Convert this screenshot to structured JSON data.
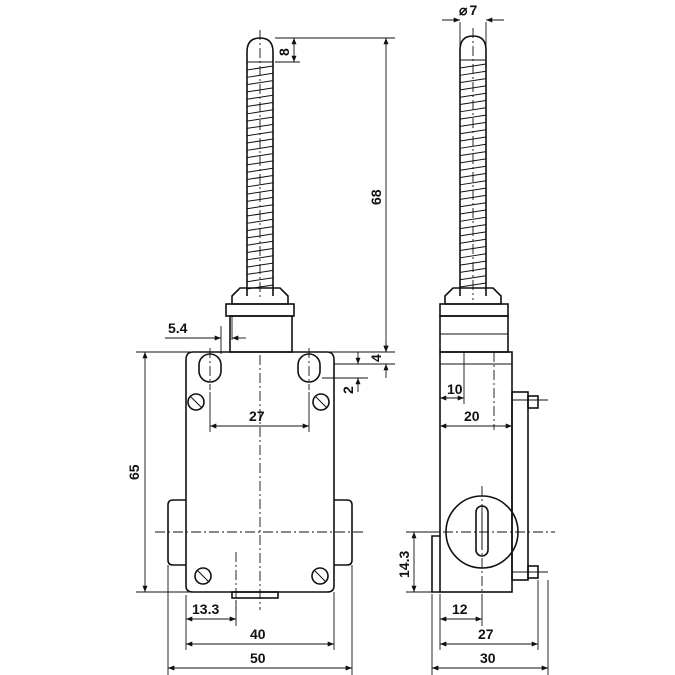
{
  "diameter_symbol": "⌀",
  "front_view": {
    "dim_8": "8",
    "dim_68": "68",
    "dim_5_4": "5.4",
    "dim_4": "4",
    "dim_2": "2",
    "dim_27": "27",
    "dim_65": "65",
    "dim_13_3": "13.3",
    "dim_40": "40",
    "dim_50": "50"
  },
  "side_view": {
    "dim_diameter_7": "7",
    "dim_10": "10",
    "dim_20": "20",
    "dim_14_3": "14.3",
    "dim_12": "12",
    "dim_27": "27",
    "dim_30": "30"
  }
}
